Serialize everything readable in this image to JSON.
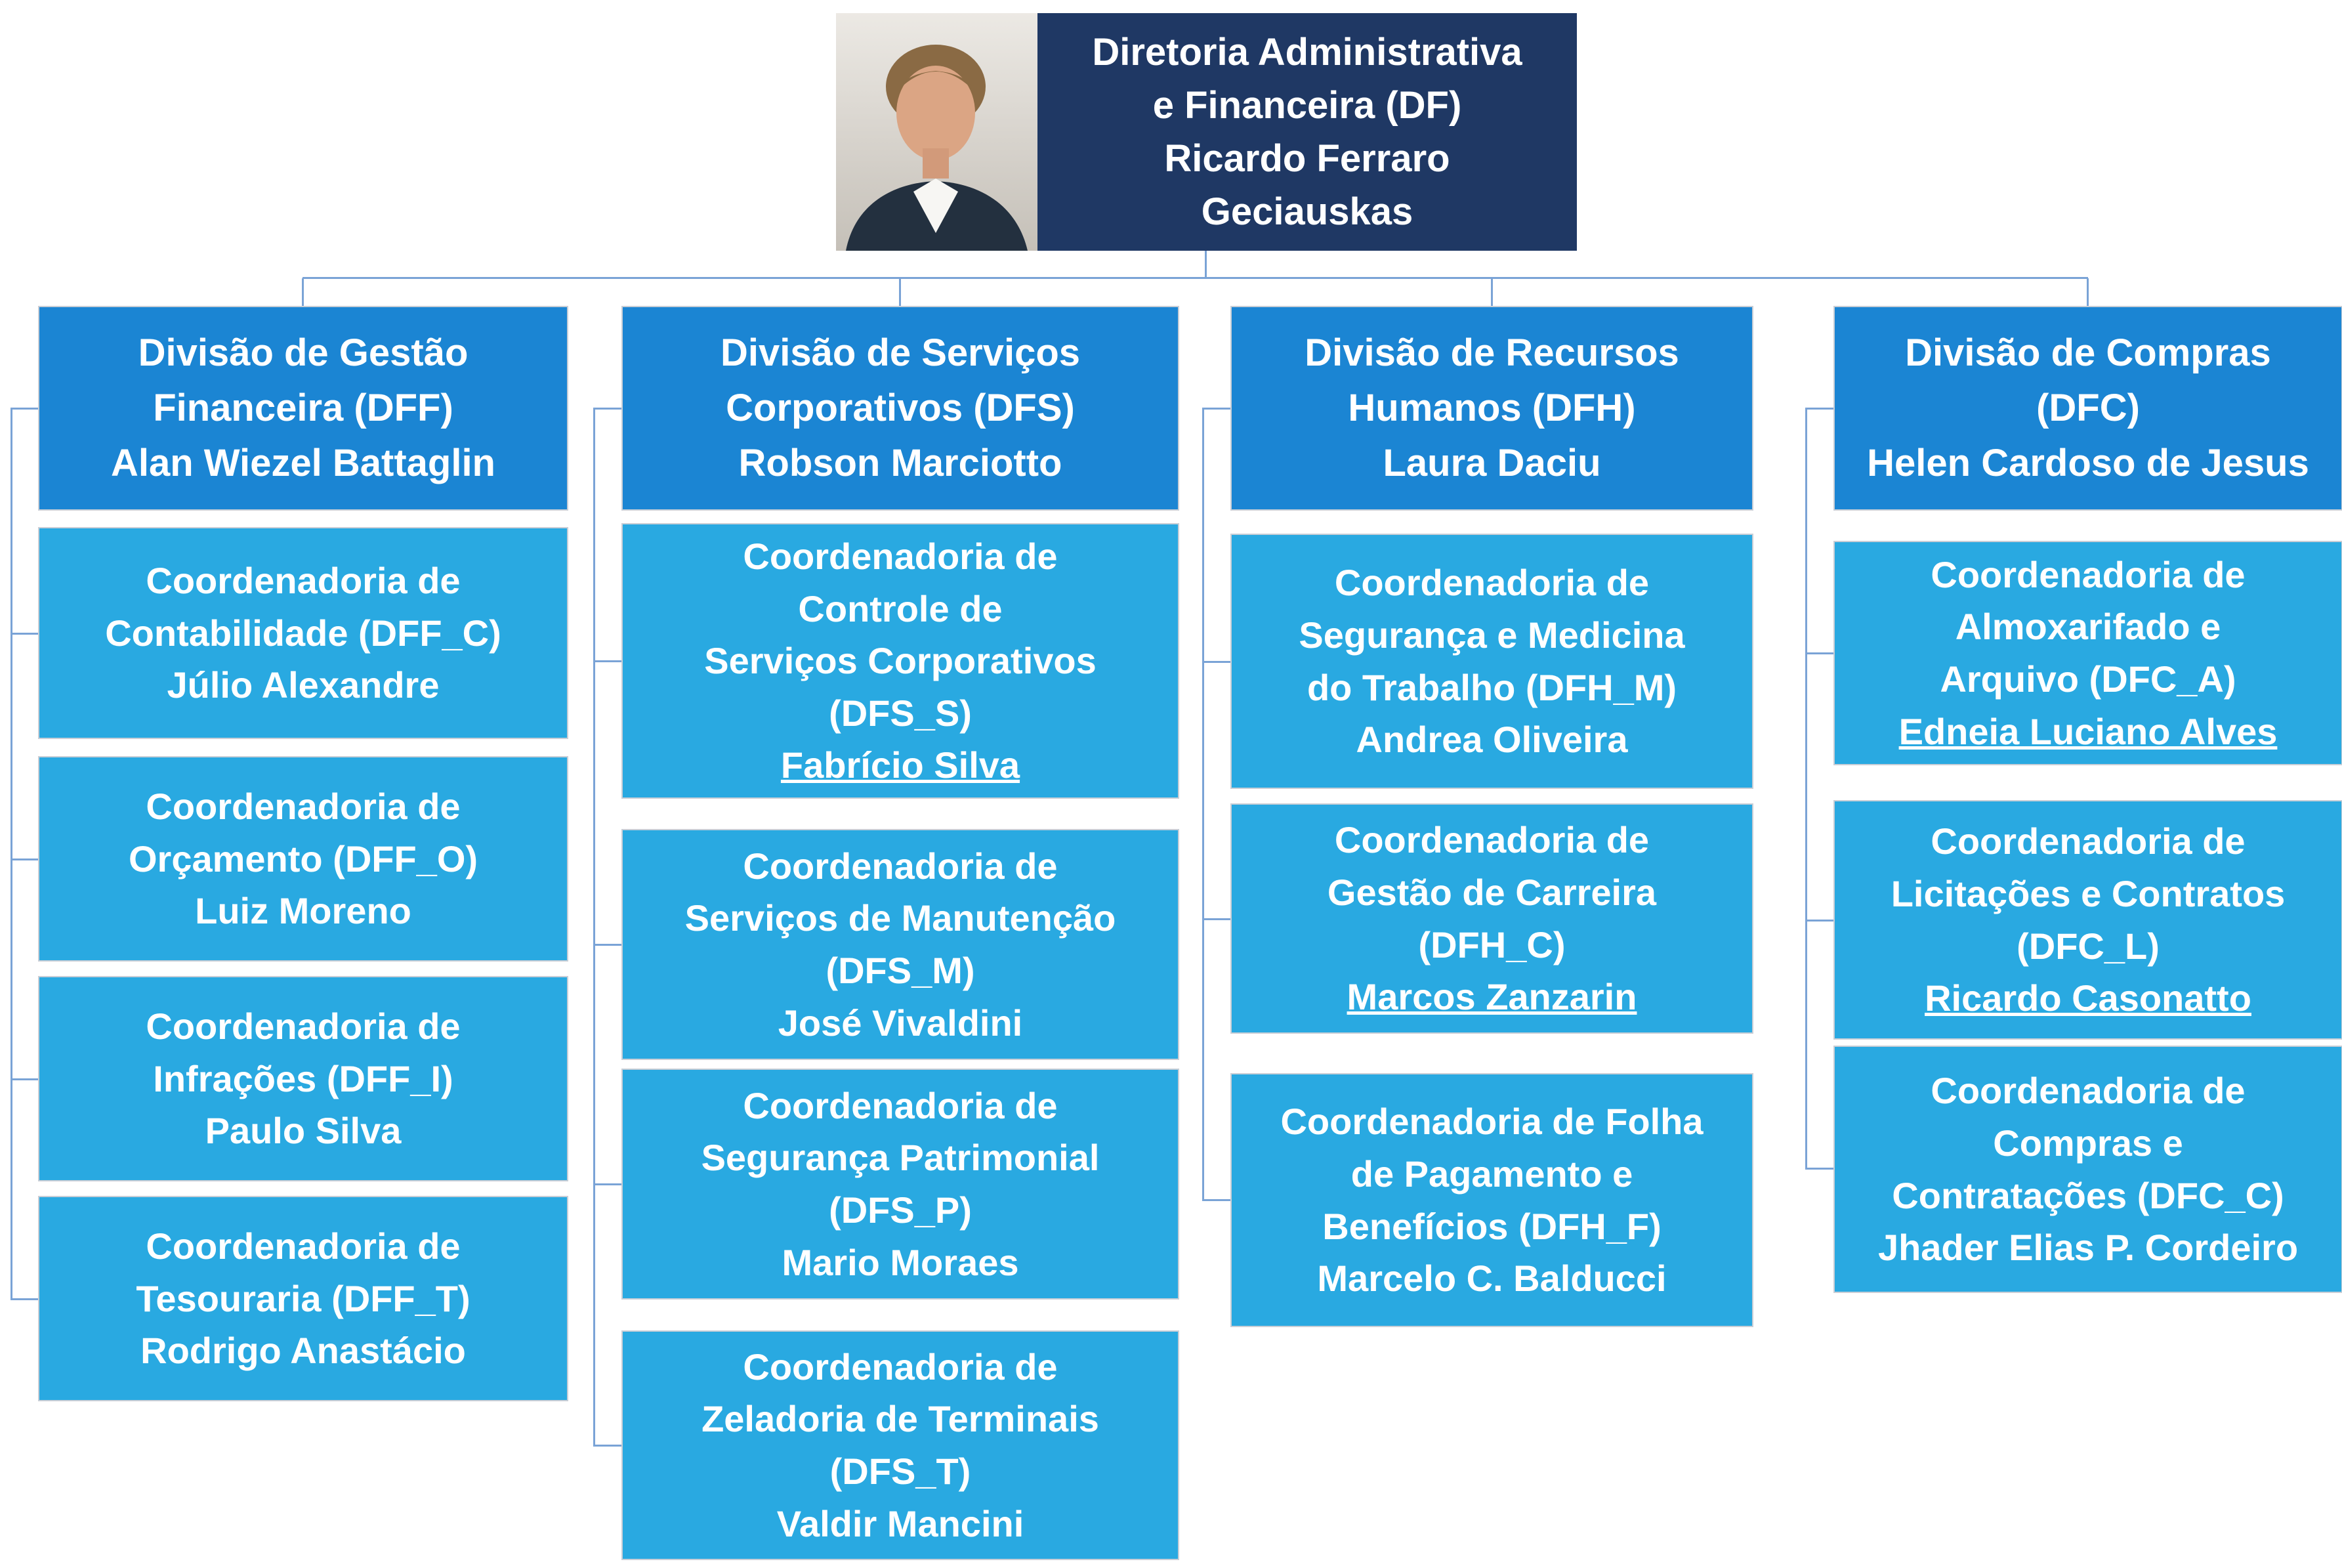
{
  "colors": {
    "root_bg": "#1F3864",
    "division_bg": "#1B85D3",
    "coordination_bg": "#29A9E1",
    "connector": "#7AA3D6",
    "text": "#FFFFFF"
  },
  "root": {
    "photo": "director-portrait-photo",
    "title": "Diretoria Administrativa\ne Financeira (DF)",
    "manager": "Ricardo Ferraro\nGeciauskas"
  },
  "columns": [
    {
      "division": {
        "title": "Divisão de Gestão\nFinanceira (DFF)",
        "manager": "Alan Wiezel Battaglin"
      },
      "children": [
        {
          "title": "Coordenadoria de\nContabilidade (DFF_C)",
          "manager": "Júlio Alexandre",
          "underline": false
        },
        {
          "title": "Coordenadoria de\nOrçamento (DFF_O)",
          "manager": "Luiz Moreno",
          "underline": false
        },
        {
          "title": "Coordenadoria de\nInfrações (DFF_I)",
          "manager": "Paulo Silva",
          "underline": false
        },
        {
          "title": "Coordenadoria de\nTesouraria (DFF_T)",
          "manager": "Rodrigo Anastácio",
          "underline": false
        }
      ]
    },
    {
      "division": {
        "title": "Divisão de Serviços\nCorporativos (DFS)",
        "manager": "Robson Marciotto"
      },
      "children": [
        {
          "title": "Coordenadoria de\nControle de\nServiços Corporativos\n(DFS_S)",
          "manager": "Fabrício Silva",
          "underline": true
        },
        {
          "title": "Coordenadoria de\nServiços de Manutenção\n(DFS_M)",
          "manager": "José Vivaldini",
          "underline": false
        },
        {
          "title": "Coordenadoria de\nSegurança Patrimonial\n(DFS_P)",
          "manager": "Mario Moraes",
          "underline": false
        },
        {
          "title": "Coordenadoria de\nZeladoria de Terminais\n(DFS_T)",
          "manager": "Valdir Mancini",
          "underline": false
        }
      ]
    },
    {
      "division": {
        "title": "Divisão de Recursos\nHumanos (DFH)",
        "manager": "Laura Daciu"
      },
      "children": [
        {
          "title": "Coordenadoria de\nSegurança e Medicina\ndo Trabalho (DFH_M)",
          "manager": "Andrea Oliveira",
          "underline": false
        },
        {
          "title": "Coordenadoria de\nGestão de Carreira\n(DFH_C)",
          "manager": "Marcos Zanzarin",
          "underline": true
        },
        {
          "title": "Coordenadoria de Folha\nde Pagamento e\nBenefícios (DFH_F)",
          "manager": "Marcelo C. Balducci",
          "underline": false
        }
      ]
    },
    {
      "division": {
        "title": "Divisão de Compras\n(DFC)",
        "manager": "Helen Cardoso de Jesus"
      },
      "children": [
        {
          "title": "Coordenadoria de\nAlmoxarifado e\nArquivo (DFC_A)",
          "manager": "Edneia Luciano Alves",
          "underline": true
        },
        {
          "title": "Coordenadoria de\nLicitações e Contratos\n(DFC_L)",
          "manager": "Ricardo Casonatto",
          "underline": true
        },
        {
          "title": "Coordenadoria de\nCompras e\nContratações (DFC_C)",
          "manager": "Jhader Elias P. Cordeiro",
          "underline": false
        }
      ]
    }
  ]
}
